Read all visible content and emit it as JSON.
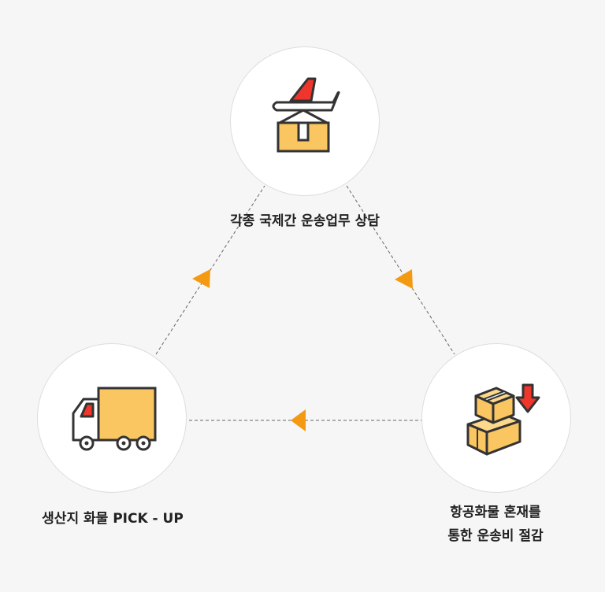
{
  "nodes": {
    "top": {
      "label": "각종 국제간 운송업무 상담",
      "icon": "airplane-cargo-icon"
    },
    "left": {
      "label": "생산지 화물 PICK - UP",
      "icon": "delivery-truck-icon"
    },
    "right": {
      "label_lines": [
        "항공화물 혼재를",
        "통한 운송비 절감"
      ],
      "icon": "stacked-boxes-down-arrow-icon"
    }
  },
  "colors": {
    "background": "#f6f6f6",
    "circle": "#ffffff",
    "box_fill": "#f9c661",
    "accent_red": "#f0362b",
    "arrow_orange": "#f39a12",
    "outline": "#333333",
    "dashed_line": "#666666"
  }
}
